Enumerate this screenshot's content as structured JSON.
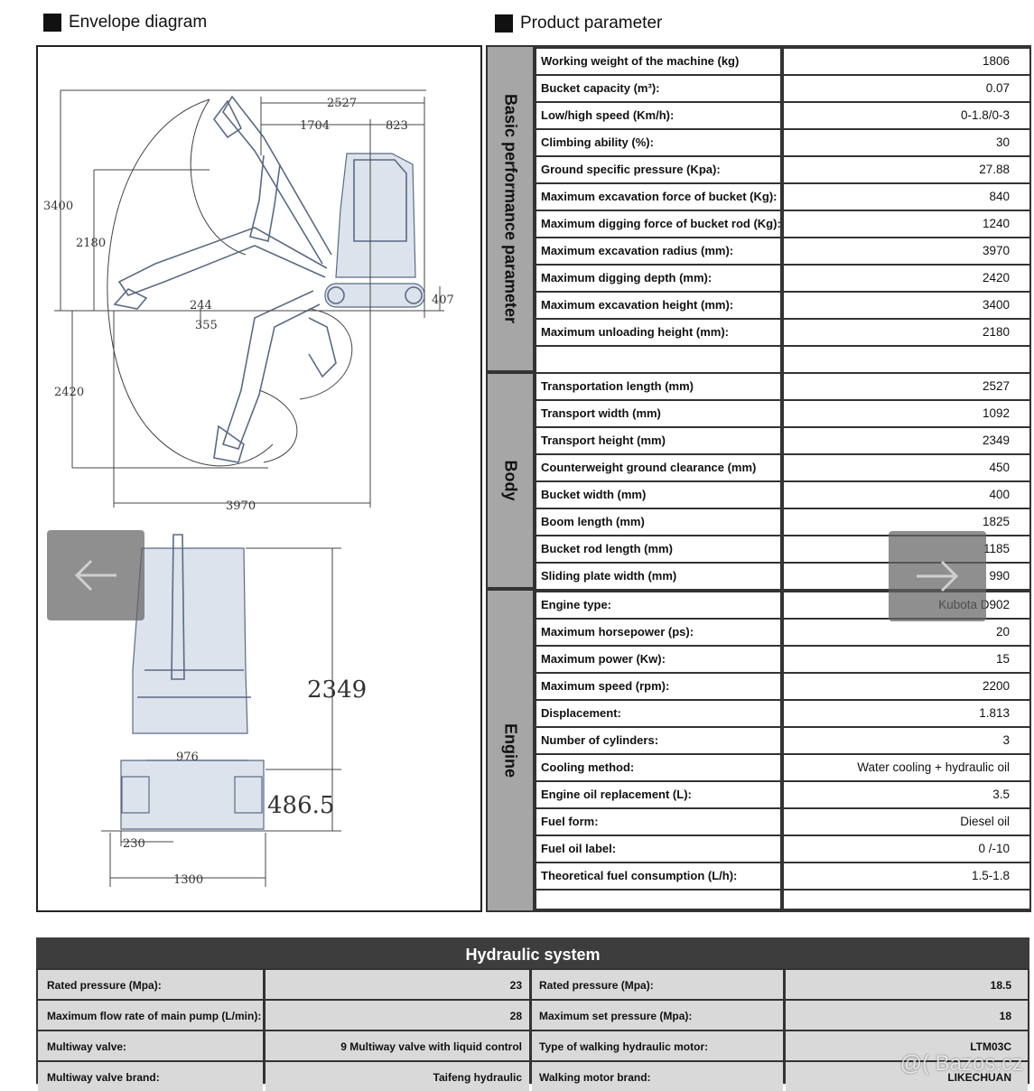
{
  "envelope": {
    "title": "Envelope diagram",
    "dims": {
      "d2527": "2527",
      "d1704": "1704",
      "d823": "823",
      "d3400": "3400",
      "d2180": "2180",
      "d244": "244",
      "d355": "355",
      "d407": "407",
      "d2420": "2420",
      "d3970": "3970",
      "d2349": "2349",
      "d976": "976",
      "d4865": "486.5",
      "d230": "230",
      "d1300": "1300"
    }
  },
  "product": {
    "title": "Product parameter",
    "groups": [
      {
        "label": "Basic performance parameter",
        "rows": [
          {
            "name": "Working weight of the machine (kg)",
            "value": "1806"
          },
          {
            "name": "Bucket capacity (m³):",
            "value": "0.07"
          },
          {
            "name": "Low/high speed (Km/h):",
            "value": "0-1.8/0-3"
          },
          {
            "name": "Climbing ability (%):",
            "value": "30"
          },
          {
            "name": "Ground specific pressure (Kpa):",
            "value": "27.88"
          },
          {
            "name": "Maximum excavation force of bucket (Kg):",
            "value": "840"
          },
          {
            "name": "Maximum digging force of bucket rod (Kg):",
            "value": "1240"
          },
          {
            "name": "Maximum excavation radius (mm):",
            "value": "3970"
          },
          {
            "name": "Maximum digging depth (mm):",
            "value": "2420"
          },
          {
            "name": "Maximum excavation height (mm):",
            "value": "3400"
          },
          {
            "name": "Maximum unloading height (mm):",
            "value": "2180"
          },
          {
            "name": "",
            "value": ""
          }
        ]
      },
      {
        "label": "Body",
        "rows": [
          {
            "name": "Transportation length (mm)",
            "value": "2527"
          },
          {
            "name": "Transport width (mm)",
            "value": "1092"
          },
          {
            "name": "Transport height (mm)",
            "value": "2349"
          },
          {
            "name": "Counterweight ground clearance (mm)",
            "value": "450"
          },
          {
            "name": "Bucket width (mm)",
            "value": "400"
          },
          {
            "name": "Boom length (mm)",
            "value": "1825"
          },
          {
            "name": "Bucket rod length (mm)",
            "value": "1185"
          },
          {
            "name": "Sliding plate width (mm)",
            "value": "990"
          }
        ]
      },
      {
        "label": "Engine",
        "rows": [
          {
            "name": "Engine type:",
            "value": "Kubota D902"
          },
          {
            "name": "Maximum horsepower (ps):",
            "value": "20"
          },
          {
            "name": "Maximum power (Kw):",
            "value": "15"
          },
          {
            "name": "Maximum speed (rpm):",
            "value": "2200"
          },
          {
            "name": "Displacement:",
            "value": "1.813"
          },
          {
            "name": "Number of cylinders:",
            "value": "3"
          },
          {
            "name": "Cooling method:",
            "value": "Water cooling + hydraulic oil"
          },
          {
            "name": "Engine oil replacement (L):",
            "value": "3.5"
          },
          {
            "name": "Fuel form:",
            "value": "Diesel oil"
          },
          {
            "name": "Fuel oil label:",
            "value": "0 /-10"
          },
          {
            "name": "Theoretical fuel consumption (L/h):",
            "value": "1.5-1.8"
          },
          {
            "name": "",
            "value": ""
          }
        ]
      }
    ]
  },
  "hydraulic": {
    "title": "Hydraulic system",
    "rows": [
      {
        "l_name": "Rated pressure (Mpa):",
        "l_value": "23",
        "r_name": "Rated pressure (Mpa):",
        "r_value": "18.5"
      },
      {
        "l_name": "Maximum flow rate of main pump (L/min):",
        "l_value": "28",
        "r_name": "Maximum set pressure (Mpa):",
        "r_value": "18"
      },
      {
        "l_name": "Multiway valve:",
        "l_value": "9 Multiway valve with liquid control",
        "r_name": "Type of walking hydraulic motor:",
        "r_value": "LTM03C"
      },
      {
        "l_name": "Multiway valve brand:",
        "l_value": "Taifeng hydraulic",
        "r_name": "Walking motor brand:",
        "r_value": "LIKECHUAN"
      }
    ]
  },
  "nav": {
    "prev_icon": "arrow-left-icon",
    "next_icon": "arrow-right-icon"
  },
  "watermark": "@( Bazos.cz",
  "colors": {
    "header_dark": "#3d3d3d",
    "group_side": "#a6a6a6",
    "cell_grey": "#d9d9d9"
  }
}
